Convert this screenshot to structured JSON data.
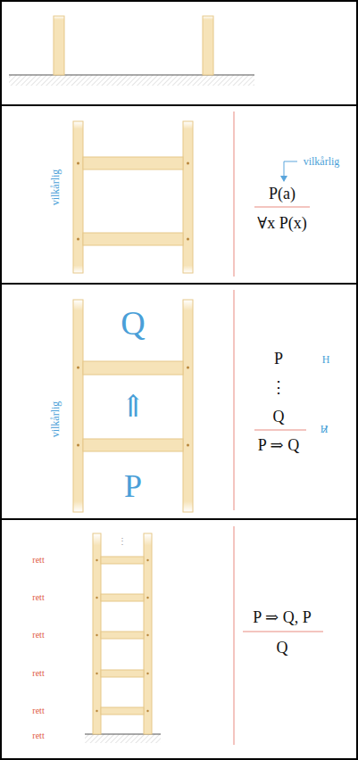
{
  "diagram": {
    "labels": [
      "vilkårlig",
      "vilkårlig",
      "P(a)",
      "∀x P(x)",
      "vilkårlig",
      "Q",
      "⇑",
      "P",
      "P",
      "H",
      "⋮",
      "Q",
      "P ⇒ Q",
      "H",
      "⋮",
      "rett",
      "rett",
      "rett",
      "rett",
      "rett",
      "rett",
      "P ⇒ Q, P",
      "Q"
    ]
  }
}
